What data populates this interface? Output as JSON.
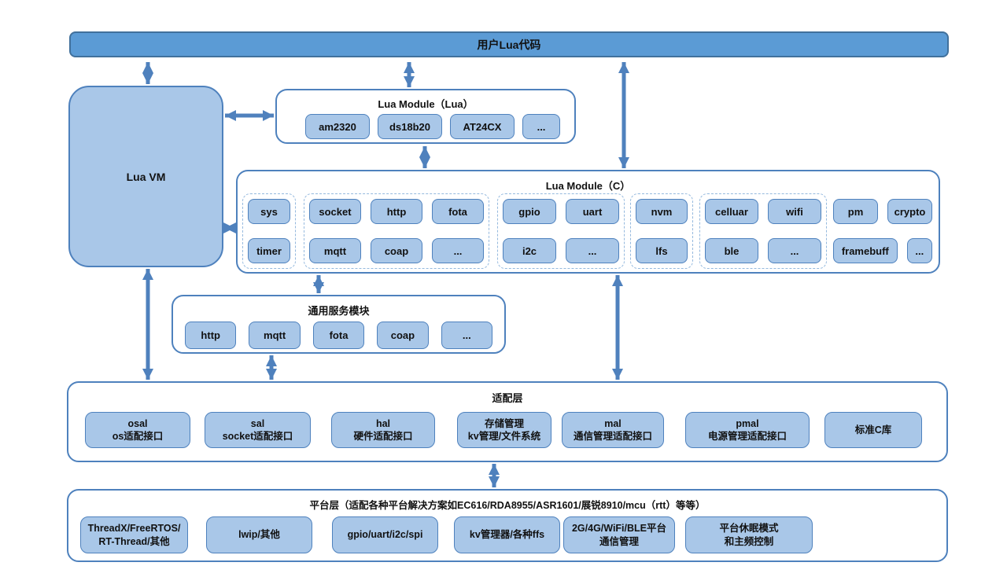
{
  "colors": {
    "bar_fill": "#5b9bd5",
    "bar_border": "#41719c",
    "box_fill": "#a9c7e8",
    "box_border": "#4e81bd",
    "dash_border": "#95b9de",
    "arrow": "#4f81bd"
  },
  "top_bar": {
    "label": "用户Lua代码"
  },
  "lua_vm": {
    "label": "Lua VM"
  },
  "lua_module_lua": {
    "title": "Lua Module（Lua）",
    "items": [
      "am2320",
      "ds18b20",
      "AT24CX",
      "..."
    ]
  },
  "lua_module_c": {
    "title": "Lua Module（C）",
    "groups": [
      {
        "rows": [
          [
            "sys"
          ],
          [
            "timer"
          ]
        ]
      },
      {
        "rows": [
          [
            "socket",
            "http",
            "fota"
          ],
          [
            "mqtt",
            "coap",
            "..."
          ]
        ]
      },
      {
        "rows": [
          [
            "gpio",
            "uart"
          ],
          [
            "i2c",
            "..."
          ]
        ]
      },
      {
        "rows": [
          [
            "nvm"
          ],
          [
            "lfs"
          ]
        ]
      },
      {
        "rows": [
          [
            "celluar",
            "wifi"
          ],
          [
            "ble",
            "..."
          ]
        ]
      },
      {
        "rows": [
          [
            "pm",
            "crypto"
          ],
          [
            "framebuff",
            "..."
          ]
        ]
      }
    ]
  },
  "common_services": {
    "title": "通用服务模块",
    "items": [
      "http",
      "mqtt",
      "fota",
      "coap",
      "..."
    ]
  },
  "adaptation_layer": {
    "title": "适配层",
    "items": [
      "osal\nos适配接口",
      "sal\nsocket适配接口",
      "hal\n硬件适配接口",
      "存储管理\nkv管理/文件系统",
      "mal\n通信管理适配接口",
      "pmal\n电源管理适配接口",
      "标准C库"
    ]
  },
  "platform_layer": {
    "title": "平台层（适配各种平台解决方案如EC616/RDA8955/ASR1601/展锐8910/mcu（rtt）等等）",
    "items": [
      "ThreadX/FreeRTOS/RT-Thread/其他",
      "lwip/其他",
      "gpio/uart/i2c/spi",
      "kv管理器/各种ffs",
      "2G/4G/WiFi/BLE平台通信管理",
      "平台休眠模式\n和主频控制"
    ]
  }
}
